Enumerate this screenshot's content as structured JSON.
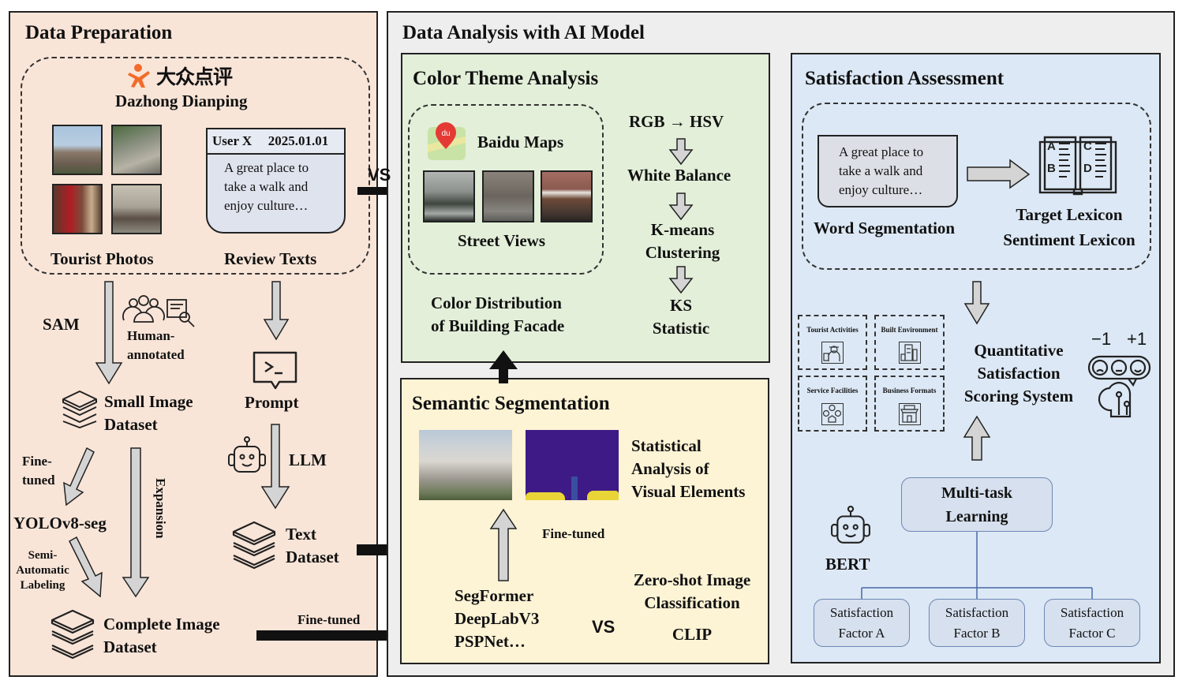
{
  "colors": {
    "prep_bg": "#f9e5d8",
    "analysis_bg": "#eeeeee",
    "color_theme_bg": "#e3efd9",
    "semantic_bg": "#fdf3d5",
    "satisfaction_bg": "#dce8f5",
    "arrow_fill": "#d4d4d4",
    "brand_orange": "#f26b2a",
    "map_pin_red": "#e53935"
  },
  "data_preparation": {
    "title": "Data Preparation",
    "source": {
      "logo_text": "大众点评",
      "name": "Dazhong Dianping",
      "photos_label": "Tourist Photos",
      "reviews_label": "Review Texts",
      "review_card": {
        "user": "User X",
        "date": "2025.01.01",
        "text_lines": [
          "A great place to",
          "take a walk and",
          "enjoy culture…"
        ]
      }
    },
    "sam_label": "SAM",
    "human_annotated_lines": [
      "Human-",
      "annotated"
    ],
    "small_dataset_lines": [
      "Small Image",
      "Dataset"
    ],
    "prompt_label": "Prompt",
    "llm_label": "LLM",
    "fine_tuned_lines": [
      "Fine-",
      "tuned"
    ],
    "yolo_label": "YOLOv8-seg",
    "expansion_label": "Expansion",
    "semi_auto_lines": [
      "Semi-",
      "Automatic",
      "Labeling"
    ],
    "complete_dataset_lines": [
      "Complete Image",
      "Dataset"
    ],
    "text_dataset_lines": [
      "Text",
      "Dataset"
    ]
  },
  "connectors": {
    "vs_top": "VS",
    "fine_tuned_bottom": "Fine-tuned",
    "fine_tuned_middle": "Fine-tuned"
  },
  "data_analysis": {
    "title": "Data Analysis with AI Model",
    "color_theme": {
      "title": "Color Theme Analysis",
      "map_icon_text": "du",
      "maps_label": "Baidu Maps",
      "street_views_label": "Street Views",
      "distribution_lines": [
        "Color Distribution",
        "of Building Facade"
      ],
      "steps": [
        "RGB → HSV",
        "White Balance",
        "K-means\nClustering",
        "KS\nStatistic"
      ],
      "step_1": "RGB → HSV",
      "step_2": "White Balance",
      "step_3_lines": [
        "K-means",
        "Clustering"
      ],
      "step_4_lines": [
        "KS",
        "Statistic"
      ]
    },
    "semantic": {
      "title": "Semantic Segmentation",
      "stats_lines": [
        "Statistical",
        "Analysis of",
        "Visual Elements"
      ],
      "models_lines": [
        "SegFormer",
        "DeepLabV3",
        "PSPNet…"
      ],
      "vs": "VS",
      "zero_shot_lines": [
        "Zero-shot Image",
        "Classification"
      ],
      "clip": "CLIP"
    },
    "satisfaction": {
      "title": "Satisfaction Assessment",
      "review_lines": [
        "A great place to",
        "take a walk and",
        "enjoy culture…"
      ],
      "word_seg_label": "Word Segmentation",
      "lexicon_lines": [
        "Target Lexicon",
        "Sentiment Lexicon"
      ],
      "book_letters": [
        "A",
        "B",
        "C",
        "D"
      ],
      "categories": [
        "Tourist Activities",
        "Built Environment",
        "Service Facilities",
        "Business Formats"
      ],
      "scoring_lines": [
        "Quantitative",
        "Satisfaction",
        "Scoring System"
      ],
      "score_min": "−1",
      "score_max": "+1",
      "bert_label": "BERT",
      "multitask_lines": [
        "Multi-task",
        "Learning"
      ],
      "factors": [
        {
          "line1": "Satisfaction",
          "line2": "Factor A"
        },
        {
          "line1": "Satisfaction",
          "line2": "Factor B"
        },
        {
          "line1": "Satisfaction",
          "line2": "Factor C"
        }
      ]
    }
  }
}
